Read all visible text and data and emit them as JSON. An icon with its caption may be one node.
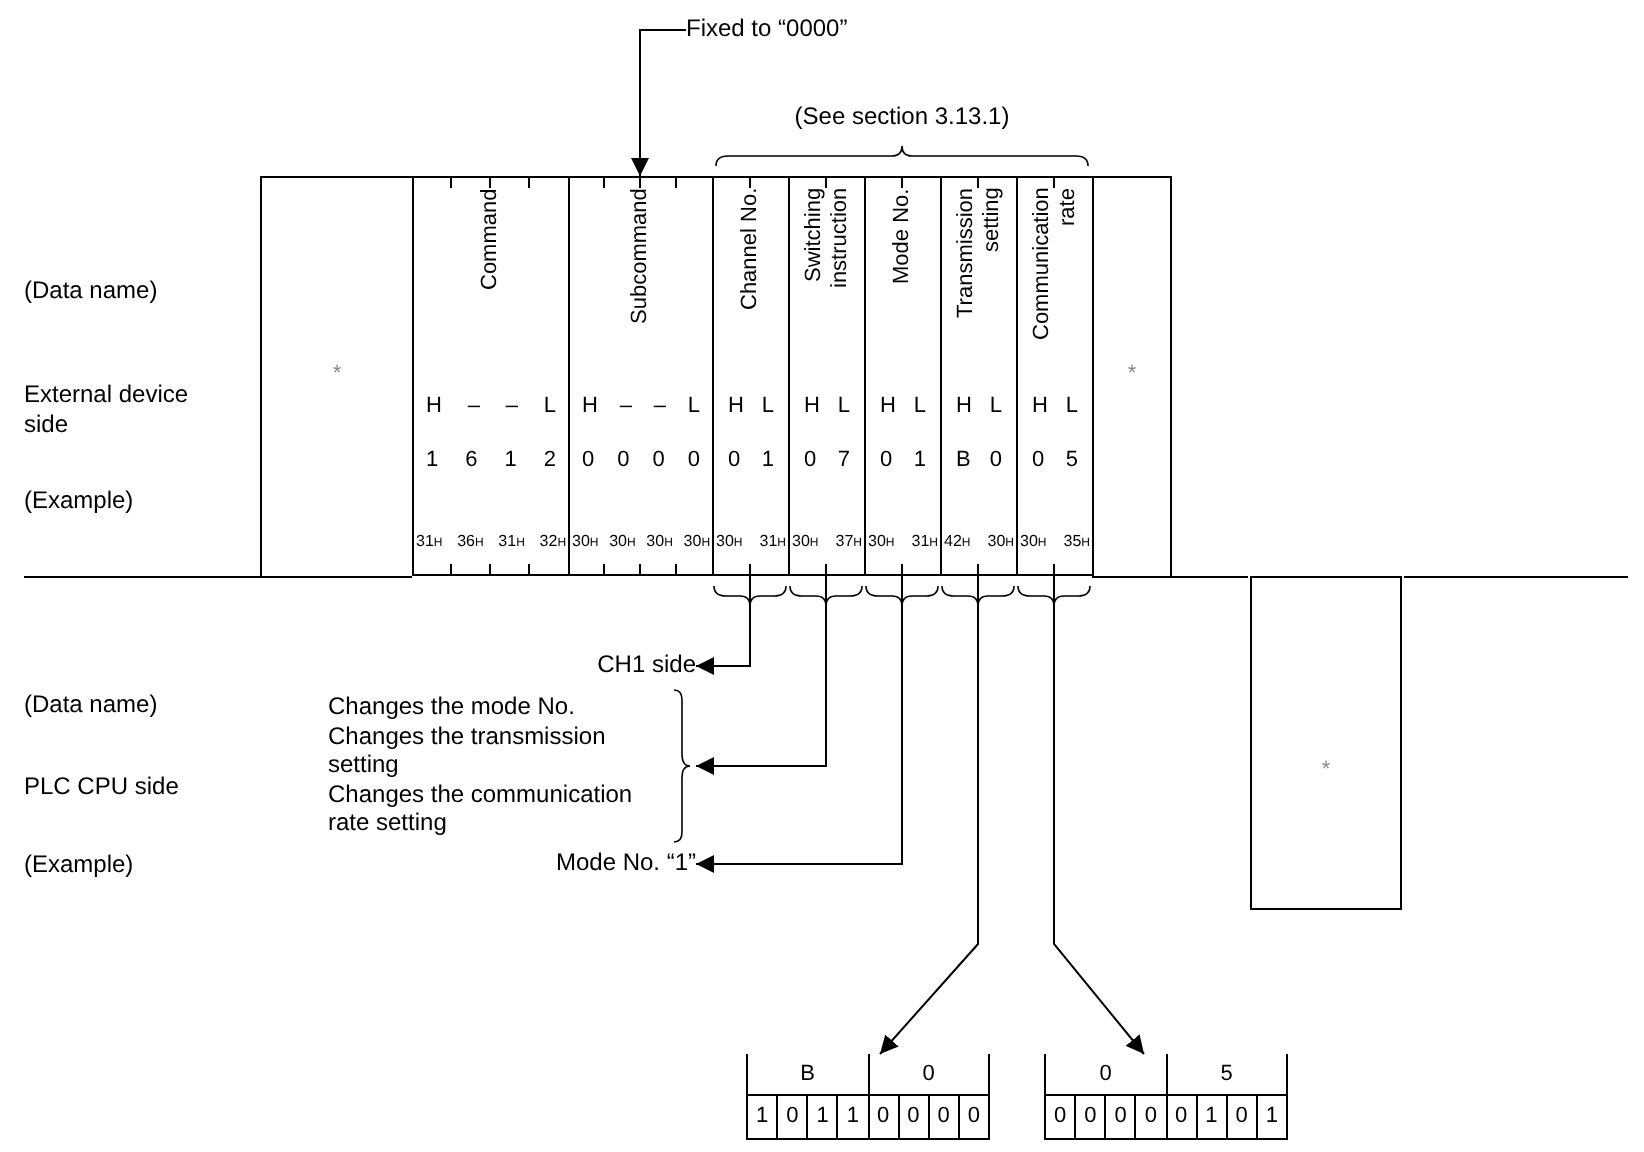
{
  "diagram": {
    "nodes": [
      {
        "text": [
          "Fixed to “0000”"
        ]
      },
      {
        "text": [
          "*"
        ]
      },
      {
        "text": [
          "Command",
          "H – – L",
          "1 6 1 2",
          "31$_{H}$ 36$_{H}$ 31$_{H}$ 32$_{H}$"
        ]
      },
      {
        "text": [
          "Subcommand",
          "H – – L",
          "0 0 0 0",
          "30$_{H}$ 30$_{H}$ 30$_{H}$ 30$_{H}$"
        ]
      },
      {
        "text": [
          "Channel No.",
          "H L",
          "0 1",
          "30$_{H}$ 31$_{H}$"
        ]
      },
      {
        "text": [
          "Switching instruction",
          "H L",
          "0 7",
          "30$_{H}$ 37$_{H}$"
        ]
      },
      {
        "text": [
          "Mode No.",
          "H L",
          "0 1",
          "30$_{H}$ 31$_{H}$"
        ]
      },
      {
        "text": [
          "Transmission setting",
          "H L",
          "B 0",
          "42$_{H}$ 30$_{H}$"
        ]
      },
      {
        "text": [
          "Communication rate",
          "H L",
          "0 5",
          "30$_{H}$ 35$_{H}$"
        ]
      },
      {
        "text": [
          "*"
        ]
      },
      {
        "text": [
          "CH1 side"
        ]
      },
      {
        "text": [
          "Changes the mode No.",
          "Changes the transmission setting",
          "Changes the communication rate setting"
        ]
      },
      {
        "text": [
          "Mode No. “1”"
        ]
      },
      {
        "text": [
          "*"
        ]
      },
      {
        "text": [
          "B",
          "0",
          "1",
          "0",
          "1",
          "1",
          "0",
          "0",
          "0",
          "0"
        ]
      },
      {
        "text": [
          "0",
          "5",
          "0",
          "0",
          "0",
          "0",
          "0",
          "1",
          "0",
          "1"
        ]
      }
    ],
    "edges": [
      {
        "from": 0,
        "to": 3,
        "arrow": "to"
      },
      {
        "from": 4,
        "to": 10,
        "arrow": "to"
      },
      {
        "from": 5,
        "to": 11,
        "arrow": "to"
      },
      {
        "from": 6,
        "to": 12,
        "arrow": "to"
      },
      {
        "from": 7,
        "to": 14,
        "arrow": "to"
      },
      {
        "from": 8,
        "to": 15,
        "arrow": "to"
      }
    ],
    "labels": [
      "(See section 3.13.1)",
      "(Data name)",
      "External device side",
      "(Example)",
      "(Data name)",
      "PLC CPU side",
      "(Example)"
    ]
  }
}
